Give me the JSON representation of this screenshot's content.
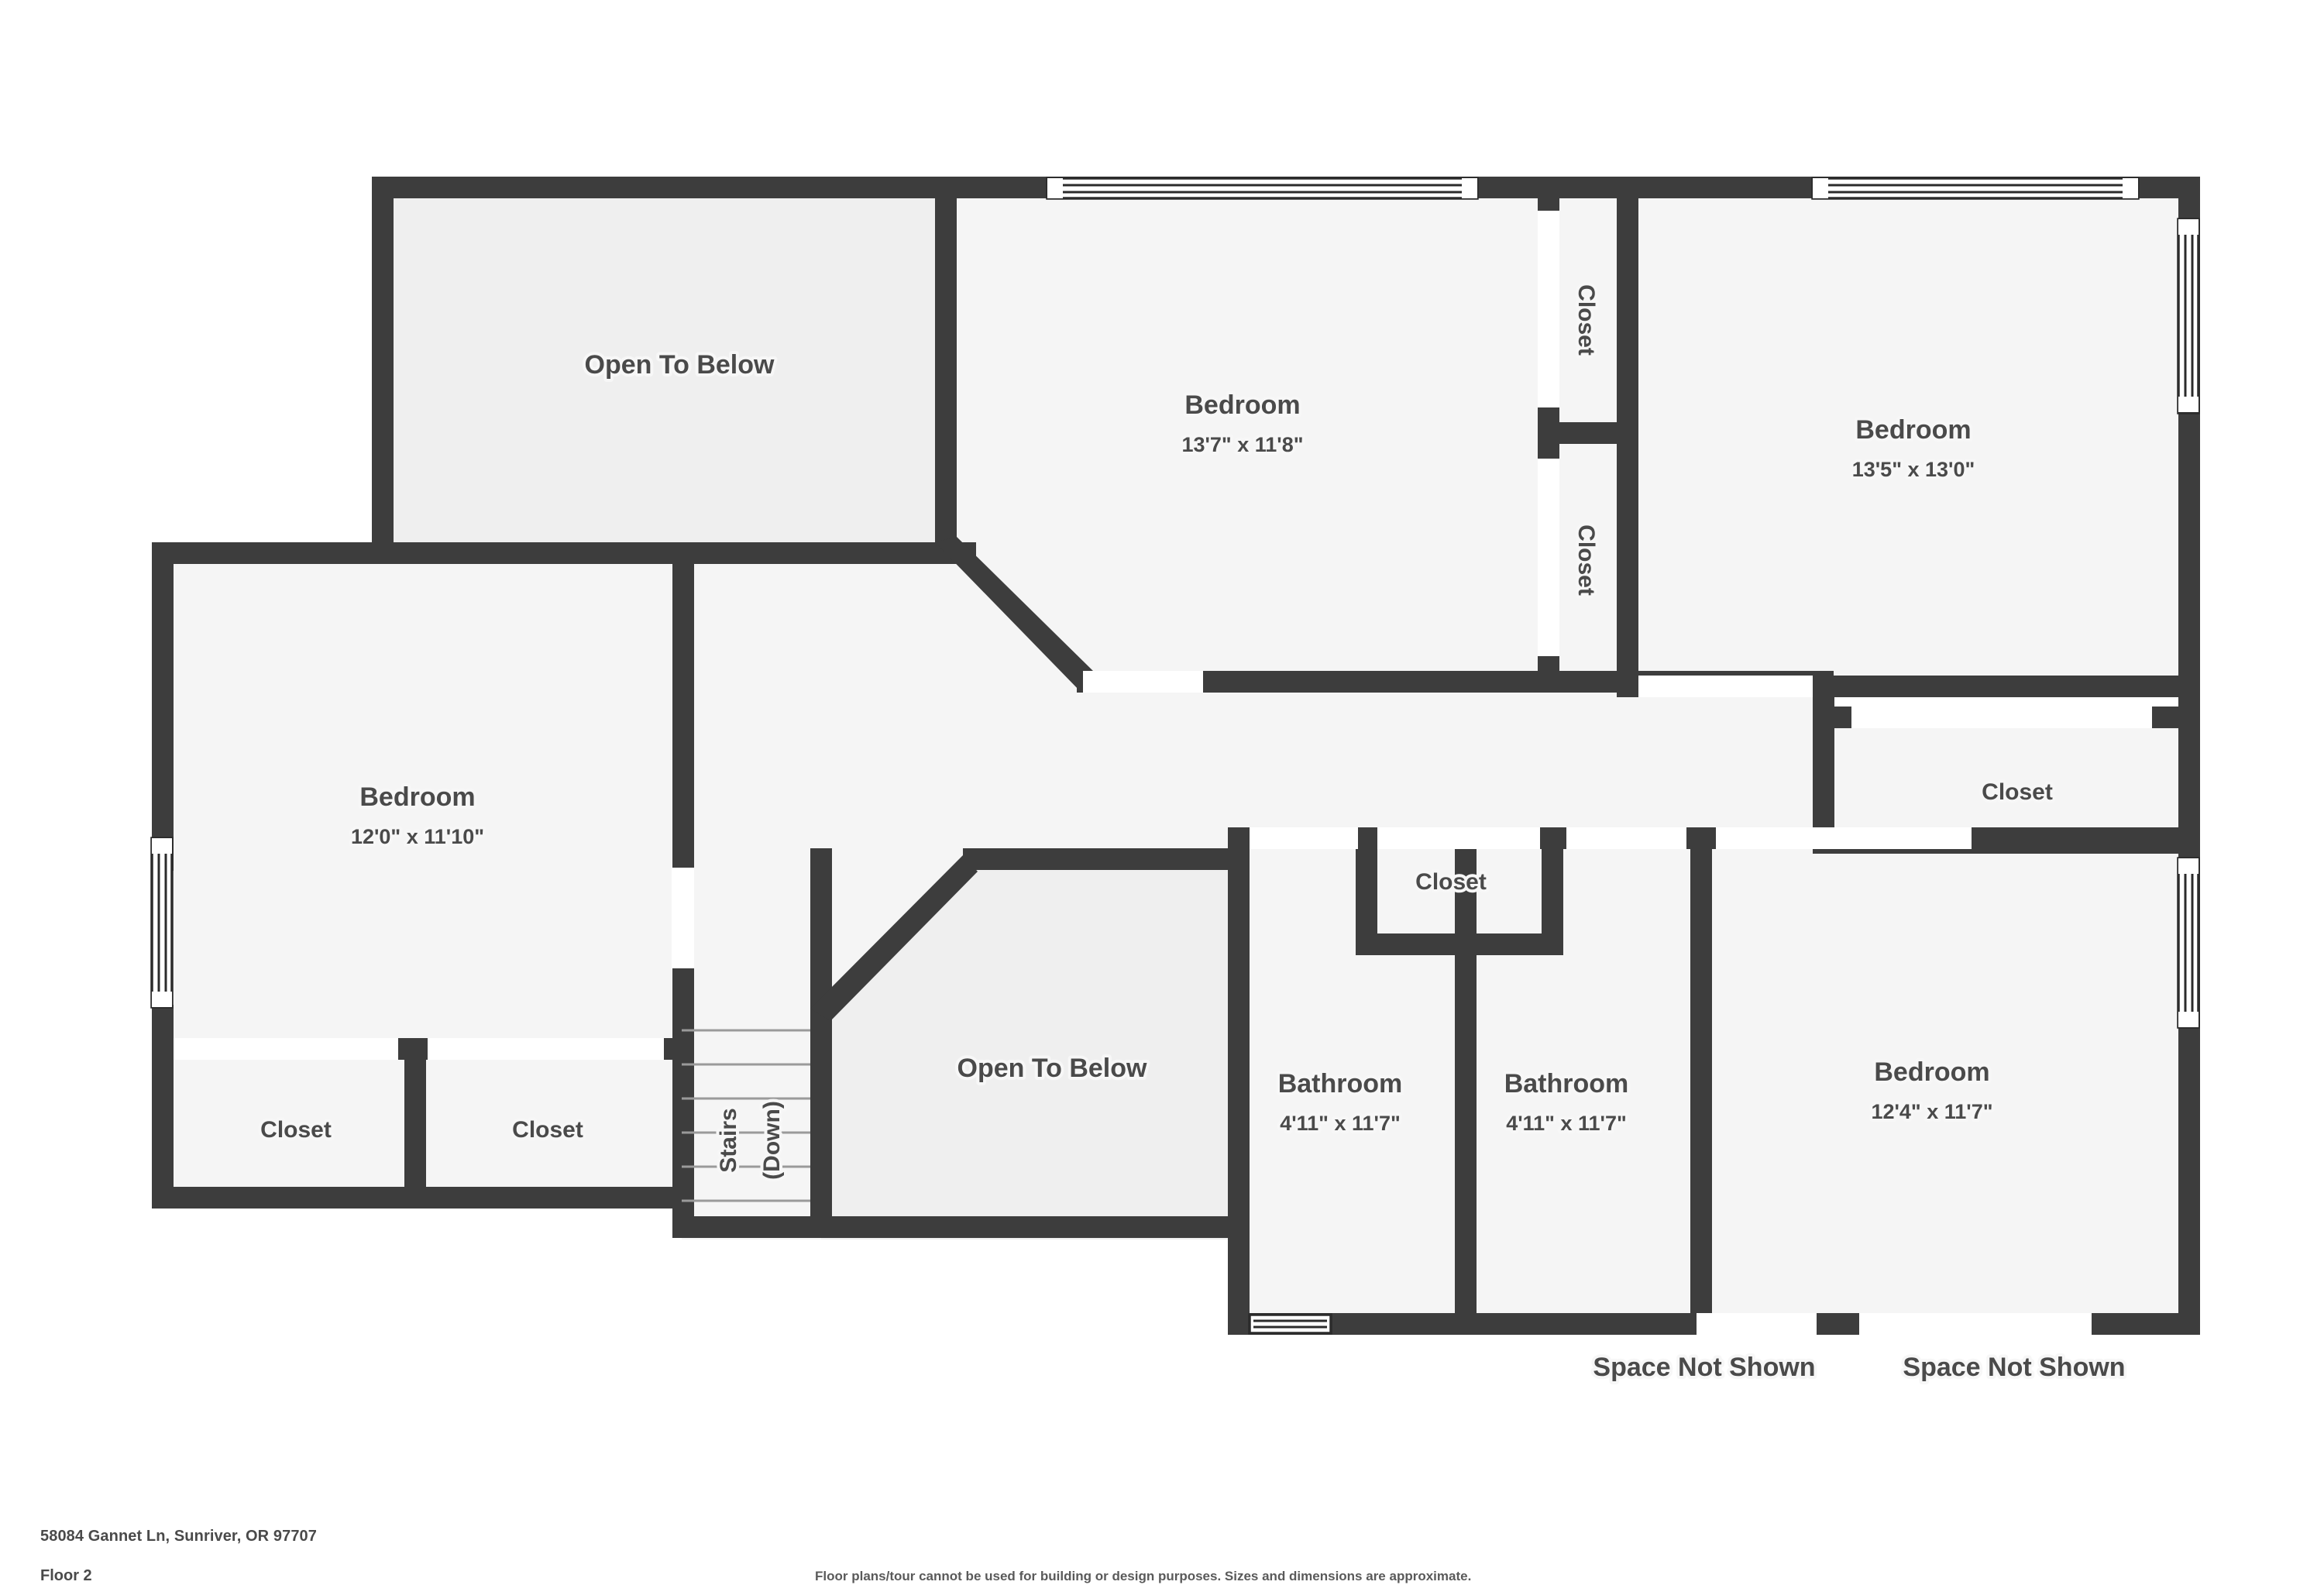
{
  "document": {
    "address": "58084 Gannet Ln, Sunriver, OR 97707",
    "floor_label": "Floor 2",
    "disclaimer": "Floor plans/tour cannot be used for building or design purposes. Sizes and dimensions are approximate."
  },
  "colors": {
    "wall": "#3d3d3d",
    "room_fill": "#f5f5f5",
    "void_fill": "#efefef",
    "label_text": "#4a4a4a",
    "background": "#ffffff"
  },
  "rooms": [
    {
      "id": "open-to-below-upper",
      "name": "Open To Below",
      "dimensions": ""
    },
    {
      "id": "bedroom-top-center",
      "name": "Bedroom",
      "dimensions": "13'7\" x 11'8\""
    },
    {
      "id": "closet-bedroom-top-center-upper",
      "name": "Closet",
      "dimensions": ""
    },
    {
      "id": "closet-bedroom-top-center-lower",
      "name": "Closet",
      "dimensions": ""
    },
    {
      "id": "bedroom-top-right",
      "name": "Bedroom",
      "dimensions": "13'5\" x 13'0\""
    },
    {
      "id": "closet-bedroom-top-right",
      "name": "Closet",
      "dimensions": ""
    },
    {
      "id": "bedroom-left",
      "name": "Bedroom",
      "dimensions": "12'0\" x 11'10\""
    },
    {
      "id": "closet-left-a",
      "name": "Closet",
      "dimensions": ""
    },
    {
      "id": "closet-left-b",
      "name": "Closet",
      "dimensions": ""
    },
    {
      "id": "stairs",
      "name": "Stairs",
      "dimensions": "(Down)"
    },
    {
      "id": "open-to-below-lower",
      "name": "Open To Below",
      "dimensions": ""
    },
    {
      "id": "bathroom-left",
      "name": "Bathroom",
      "dimensions": "4'11\" x 11'7\""
    },
    {
      "id": "bathroom-right",
      "name": "Bathroom",
      "dimensions": "4'11\" x 11'7\""
    },
    {
      "id": "closet-between-bathrooms",
      "name": "Closet",
      "dimensions": ""
    },
    {
      "id": "bedroom-bottom-right",
      "name": "Bedroom",
      "dimensions": "12'4\" x 11'7\""
    }
  ],
  "annotations": {
    "space_not_shown_left": "Space Not Shown",
    "space_not_shown_right": "Space Not Shown"
  },
  "labels": {
    "open_to_below_upper": "Open To Below",
    "open_to_below_lower": "Open To Below",
    "bedroom_top_center_name": "Bedroom",
    "bedroom_top_center_dim": "13'7\" x 11'8\"",
    "closet_tc_upper": "Closet",
    "closet_tc_lower": "Closet",
    "bedroom_top_right_name": "Bedroom",
    "bedroom_top_right_dim": "13'5\" x 13'0\"",
    "closet_top_right": "Closet",
    "bedroom_left_name": "Bedroom",
    "bedroom_left_dim": "12'0\" x 11'10\"",
    "closet_left_a": "Closet",
    "closet_left_b": "Closet",
    "stairs_name": "Stairs",
    "stairs_dir": "(Down)",
    "bathroom_left_name": "Bathroom",
    "bathroom_left_dim": "4'11\" x 11'7\"",
    "bathroom_right_name": "Bathroom",
    "bathroom_right_dim": "4'11\" x 11'7\"",
    "closet_mid": "Closet",
    "bedroom_bottom_right_name": "Bedroom",
    "bedroom_bottom_right_dim": "12'4\" x 11'7\""
  }
}
